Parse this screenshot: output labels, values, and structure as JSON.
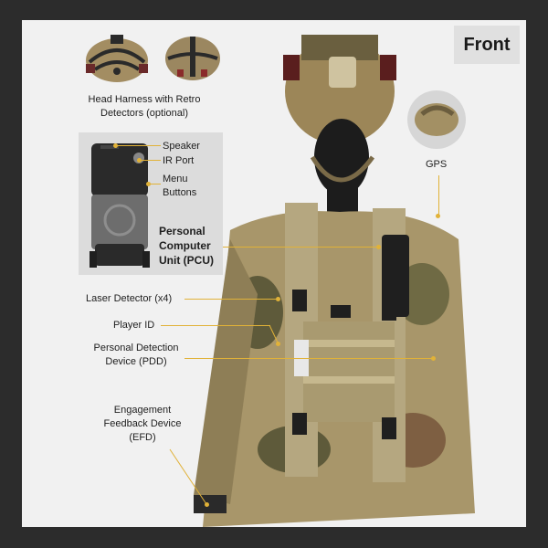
{
  "badge": {
    "text": "Front"
  },
  "labels": {
    "head_harness": "Head Harness with Retro Detectors (optional)",
    "speaker": "Speaker",
    "ir_port": "IR Port",
    "menu_buttons": "Menu Buttons",
    "pcu": "Personal Computer Unit (PCU)",
    "gps": "GPS",
    "laser_detector": "Laser Detector (x4)",
    "player_id": "Player ID",
    "pdd": "Personal Detection Device (PDD)",
    "efd": "Engagement Feedback Device (EFD)"
  },
  "colors": {
    "leader": "#e1b238",
    "background": "#f1f1f1",
    "border": "#2c2c2c",
    "camo_base": "#a8966a",
    "camo_dark": "#5e5a3a",
    "device_black": "#1f1f1f"
  },
  "icons": [
    "helmet-image",
    "mannequin-image",
    "pcu-device-image",
    "gps-puck-image"
  ]
}
